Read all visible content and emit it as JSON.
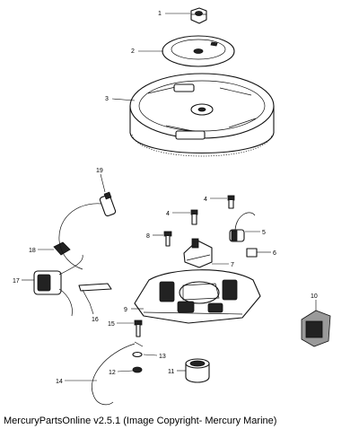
{
  "caption": "MercuryPartsOnline v2.5.1 (Image Copyright- Mercury Marine)",
  "callouts": [
    "1",
    "2",
    "3",
    "4",
    "4",
    "5",
    "6",
    "7",
    "8",
    "9",
    "10",
    "11",
    "12",
    "13",
    "14",
    "15",
    "16",
    "17",
    "18",
    "19"
  ]
}
